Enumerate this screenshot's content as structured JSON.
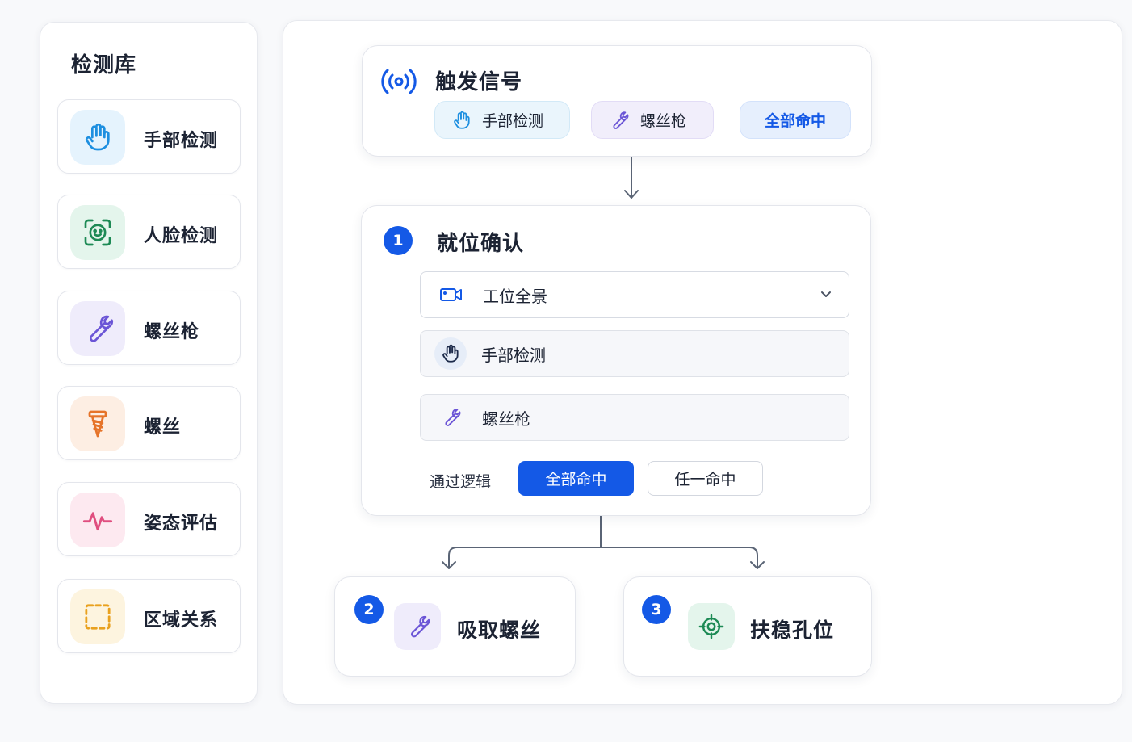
{
  "library": {
    "title": "检测库",
    "items": [
      {
        "label": "手部检测",
        "icon": "hand-icon",
        "color": "#1d8fe0",
        "bg": "#e5f3fd"
      },
      {
        "label": "人脸检测",
        "icon": "face-scan-icon",
        "color": "#1d8a55",
        "bg": "#e4f5ec"
      },
      {
        "label": "螺丝枪",
        "icon": "wrench-icon",
        "color": "#6b55d6",
        "bg": "#efecfb"
      },
      {
        "label": "螺丝",
        "icon": "screw-icon",
        "color": "#e6742a",
        "bg": "#fdeee3"
      },
      {
        "label": "姿态评估",
        "icon": "pulse-icon",
        "color": "#e04e7f",
        "bg": "#fde9f0"
      },
      {
        "label": "区域关系",
        "icon": "dashed-square-icon",
        "color": "#e9a11f",
        "bg": "#fdf4df"
      }
    ]
  },
  "trigger": {
    "title": "触发信号",
    "icon": "signal-icon",
    "chips": [
      {
        "label": "手部检测",
        "icon": "hand-icon"
      },
      {
        "label": "螺丝枪",
        "icon": "wrench-icon"
      },
      {
        "label": "全部命中"
      }
    ]
  },
  "step1": {
    "number": "1",
    "title": "就位确认",
    "camera": {
      "label": "工位全景",
      "icon": "video-camera-icon"
    },
    "detectors": [
      {
        "label": "手部检测",
        "icon": "hand-icon"
      },
      {
        "label": "螺丝枪",
        "icon": "wrench-icon"
      }
    ],
    "logic": {
      "label": "通过逻辑",
      "options": [
        "全部命中",
        "任一命中"
      ],
      "selected": "全部命中"
    }
  },
  "step2": {
    "number": "2",
    "label": "吸取螺丝",
    "icon": "wrench-icon"
  },
  "step3": {
    "number": "3",
    "label": "扶稳孔位",
    "icon": "target-icon"
  },
  "colors": {
    "accent": "#1459e6",
    "hand": "#1d8fe0",
    "wrench": "#6b55d6",
    "target": "#1d8a55",
    "connector": "#5a6475"
  }
}
